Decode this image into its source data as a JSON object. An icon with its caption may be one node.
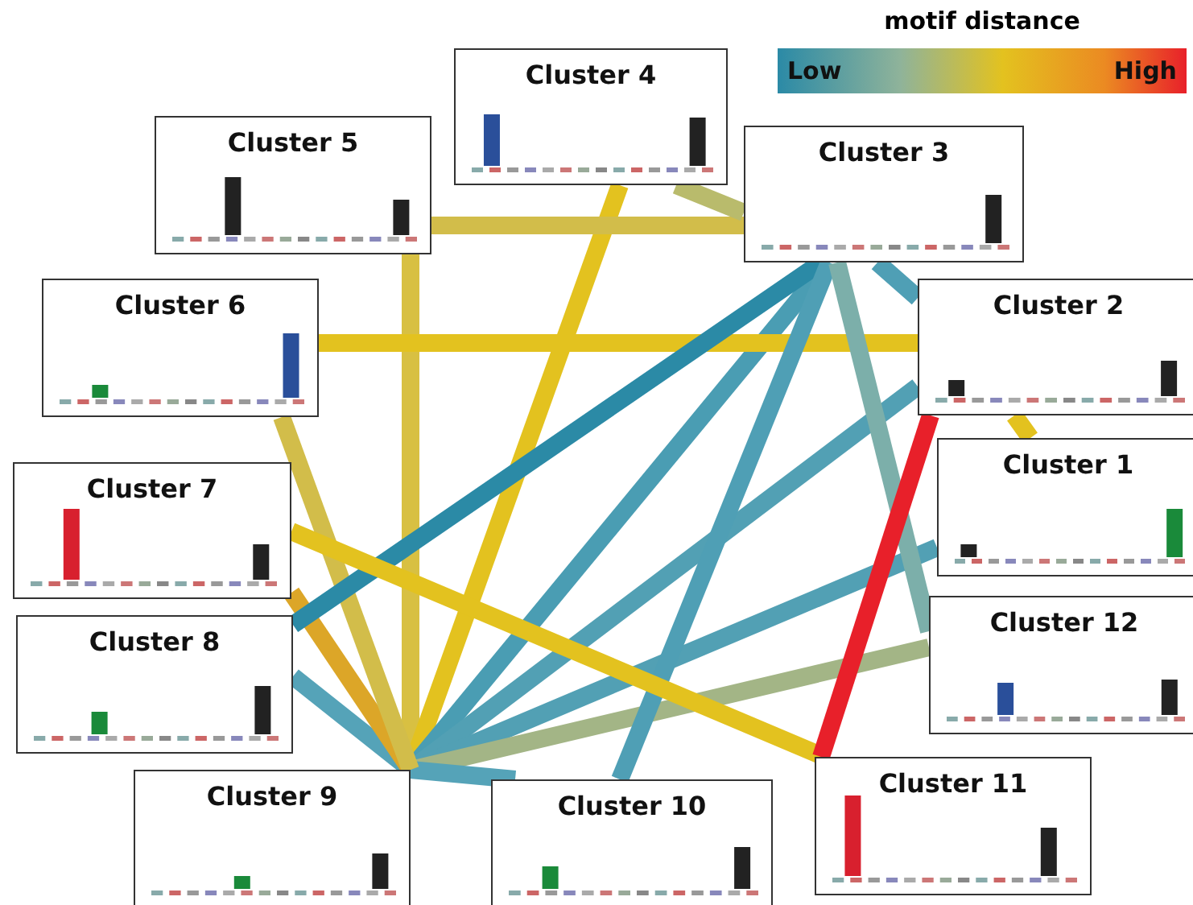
{
  "diagram": {
    "nodes": [
      {
        "text": [
          "Cluster 1"
        ]
      },
      {
        "text": [
          "Cluster 2"
        ]
      },
      {
        "text": [
          "Cluster 3"
        ]
      },
      {
        "text": [
          "Cluster 4"
        ]
      },
      {
        "text": [
          "Cluster 5"
        ]
      },
      {
        "text": [
          "Cluster 6"
        ]
      },
      {
        "text": [
          "Cluster 7"
        ]
      },
      {
        "text": [
          "Cluster 8"
        ]
      },
      {
        "text": [
          "Cluster 9"
        ]
      },
      {
        "text": [
          "Cluster 10"
        ]
      },
      {
        "text": [
          "Cluster 11"
        ]
      },
      {
        "text": [
          "Cluster 12"
        ]
      }
    ],
    "edges": [
      {
        "from": 8,
        "to": 4,
        "arrow": "none",
        "color": "#d8c042"
      },
      {
        "from": 8,
        "to": 3,
        "arrow": "none",
        "color": "#e3c21f"
      },
      {
        "from": 8,
        "to": 2,
        "arrow": "none",
        "color": "#4a9db3"
      },
      {
        "from": 8,
        "to": 1,
        "arrow": "none",
        "color": "#52a0b4"
      },
      {
        "from": 8,
        "to": 0,
        "arrow": "none",
        "color": "#52a0b4"
      },
      {
        "from": 8,
        "to": 11,
        "arrow": "none",
        "color": "#a3b586"
      },
      {
        "from": 8,
        "to": 9,
        "arrow": "none",
        "color": "#55a3b8"
      },
      {
        "from": 8,
        "to": 7,
        "arrow": "none",
        "color": "#55a3b8"
      },
      {
        "from": 8,
        "to": 6,
        "arrow": "none",
        "color": "#dca628"
      },
      {
        "from": 8,
        "to": 5,
        "arrow": "none",
        "color": "#d2bd4a"
      },
      {
        "from": 4,
        "to": 2,
        "arrow": "none",
        "color": "#d2bd4a"
      },
      {
        "from": 3,
        "to": 2,
        "arrow": "none",
        "color": "#b9bb6c"
      },
      {
        "from": 5,
        "to": 1,
        "arrow": "none",
        "color": "#e3c21f"
      },
      {
        "from": 2,
        "to": 7,
        "arrow": "none",
        "color": "#2b8aa6"
      },
      {
        "from": 2,
        "to": 9,
        "arrow": "none",
        "color": "#4f9fb5"
      },
      {
        "from": 2,
        "to": 1,
        "arrow": "none",
        "color": "#4f9fb5"
      },
      {
        "from": 2,
        "to": 11,
        "arrow": "none",
        "color": "#7cafaa"
      },
      {
        "from": 6,
        "to": 10,
        "arrow": "none",
        "color": "#e3c21f"
      },
      {
        "from": 1,
        "to": 10,
        "arrow": "none",
        "color": "#e8202a"
      },
      {
        "from": 1,
        "to": 0,
        "arrow": "none",
        "color": "#e3c21f"
      }
    ],
    "labels": [
      "motif distance",
      "Low",
      "High"
    ]
  }
}
